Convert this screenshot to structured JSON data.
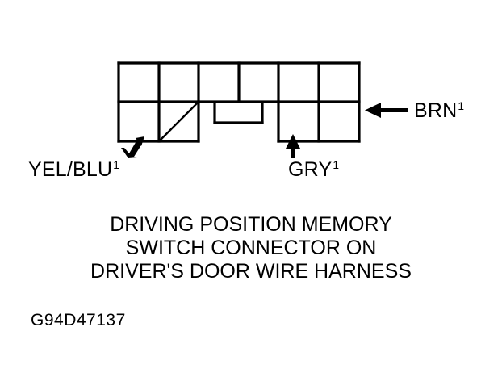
{
  "figure": {
    "id_code": "G94D47137",
    "caption_lines": [
      "DRIVING POSITION MEMORY",
      "SWITCH CONNECTOR ON",
      "DRIVER'S DOOR WIRE HARNESS"
    ],
    "caption_full": "DRIVING POSITION MEMORY SWITCH CONNECTOR ON DRIVER'S DOOR WIRE HARNESS"
  },
  "connector": {
    "type": "wiring-connector-face-view",
    "rows": 2,
    "columns": 6,
    "has_polarizing_tab": true,
    "has_keying_diagonal": true,
    "line_color": "#000000",
    "fill_color": "#ffffff"
  },
  "callouts": [
    {
      "key": "yel-blu",
      "label": "YEL/BLU",
      "superscript": "1",
      "arrow_direction": "up-right",
      "terminal_position": "bottom-row-cell-1"
    },
    {
      "key": "gry",
      "label": "GRY",
      "superscript": "1",
      "arrow_direction": "up",
      "terminal_position": "bottom-row-cell-5"
    },
    {
      "key": "brn",
      "label": "BRN",
      "superscript": "1",
      "arrow_direction": "left",
      "terminal_position": "bottom-row-cell-6"
    }
  ]
}
